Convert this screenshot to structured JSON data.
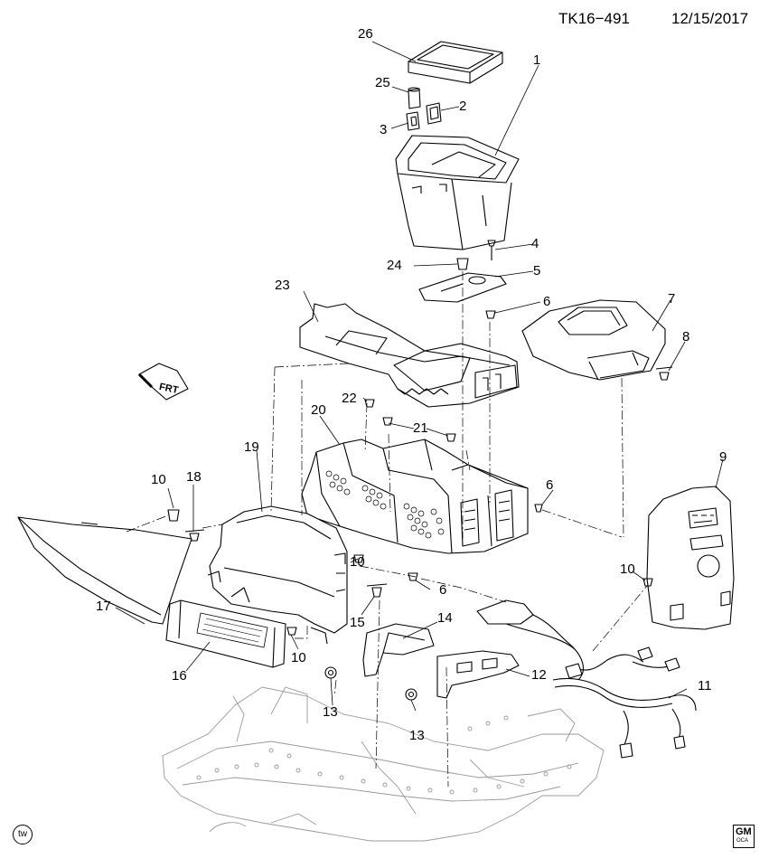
{
  "header": {
    "code": "TK16−491",
    "date": "12/15/2017"
  },
  "direction_label": "FRT",
  "footer": {
    "tw_mark": "tw",
    "gm_logo": "GM",
    "gm_sub": "OCA"
  },
  "callouts": [
    "26",
    "25",
    "2",
    "1",
    "3",
    "4",
    "24",
    "5",
    "6",
    "23",
    "7",
    "8",
    "22",
    "21",
    "20",
    "19",
    "10",
    "18",
    "6",
    "9",
    "10",
    "6",
    "17",
    "15",
    "14",
    "10",
    "16",
    "12",
    "13",
    "13",
    "11"
  ],
  "colors": {
    "line": "#000000",
    "ghost": "#9a9a9a"
  }
}
